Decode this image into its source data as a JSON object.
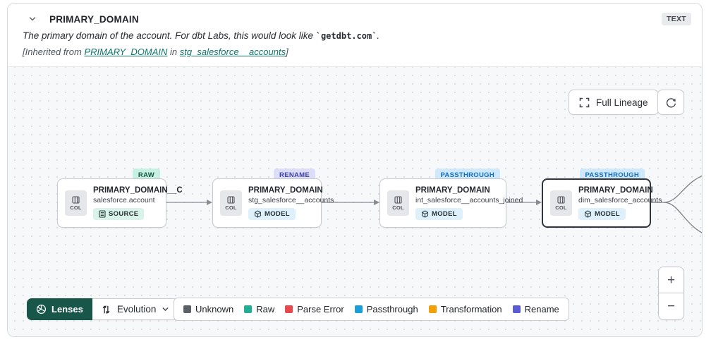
{
  "header": {
    "title": "PRIMARY_DOMAIN",
    "type_badge": "TEXT",
    "description_prefix": "The primary domain of the account. For dbt Labs, this would look like ",
    "description_code": "`getdbt.com`",
    "description_suffix": ".",
    "inherited_prefix": "[Inherited from ",
    "inherited_link_column": "PRIMARY_DOMAIN",
    "inherited_middle": " in ",
    "inherited_link_model": "stg_salesforce__accounts",
    "inherited_suffix": "]"
  },
  "toolbar": {
    "full_lineage_label": "Full Lineage"
  },
  "nodes": [
    {
      "badge": "RAW",
      "title": "PRIMARY_DOMAIN__C",
      "subtitle": "salesforce.account",
      "resource": "SOURCE",
      "col_label": "COL",
      "selected": false
    },
    {
      "badge": "RENAME",
      "title": "PRIMARY_DOMAIN",
      "subtitle": "stg_salesforce__accounts",
      "resource": "MODEL",
      "col_label": "COL",
      "selected": false
    },
    {
      "badge": "PASSTHROUGH",
      "title": "PRIMARY_DOMAIN",
      "subtitle": "int_salesforce__accounts_joined",
      "resource": "MODEL",
      "col_label": "COL",
      "selected": false
    },
    {
      "badge": "PASSTHROUGH",
      "title": "PRIMARY_DOMAIN",
      "subtitle": "dim_salesforce_accounts",
      "resource": "MODEL",
      "col_label": "COL",
      "selected": true
    }
  ],
  "footer": {
    "lenses_label": "Lenses",
    "evolution_label": "Evolution",
    "legend": [
      {
        "label": "Unknown",
        "color": "#5c6066"
      },
      {
        "label": "Raw",
        "color": "#20af92"
      },
      {
        "label": "Parse Error",
        "color": "#e5484d"
      },
      {
        "label": "Passthrough",
        "color": "#1b9fd8"
      },
      {
        "label": "Transformation",
        "color": "#f2a007"
      },
      {
        "label": "Rename",
        "color": "#5b5bd6"
      }
    ],
    "zoom_in_label": "+",
    "zoom_out_label": "−"
  },
  "colors": {
    "lenses_button": "#19564a",
    "link_teal": "#0e7569",
    "raw_badge_bg": "#c6f0e2",
    "rename_badge_bg": "#dcddf9",
    "passthrough_badge_bg": "#cfe8fb"
  }
}
